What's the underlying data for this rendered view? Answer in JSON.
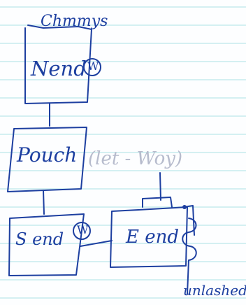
{
  "diagram": {
    "ink_color": "#1d3fa0",
    "paper_color": "#fdfeff",
    "rule_color": "#c6ecee",
    "faint_color": "#b7bccd",
    "annotation_top": "Chmmys",
    "nodes": {
      "nend": {
        "label": "Nend",
        "badge": "W"
      },
      "pouch": {
        "label": "Pouch"
      },
      "send": {
        "label": "S end",
        "badge": "W"
      },
      "eend": {
        "label": "E end"
      }
    },
    "faint_text": "(let - Woy)",
    "annotation_bottom": "unlashed"
  }
}
